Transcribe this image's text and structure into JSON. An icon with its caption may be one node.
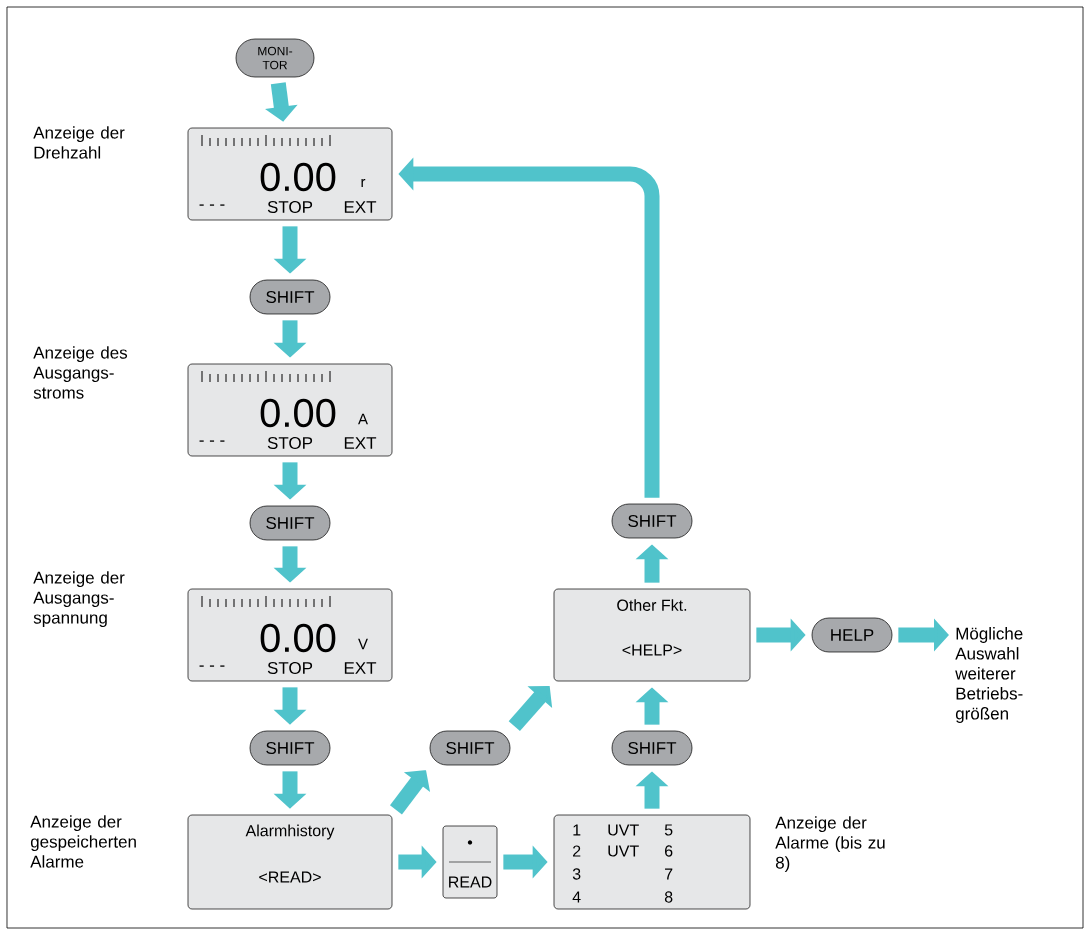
{
  "diagram": {
    "nodes": [
      {
        "text": [
          "MONI- TOR"
        ]
      },
      {
        "text": [
          "0.00",
          "r",
          "- - -",
          "STOP",
          "EXT"
        ],
        "beside": [
          "Anzeige der Drehzahl"
        ]
      },
      {
        "text": [
          "SHIFT"
        ]
      },
      {
        "text": [
          "0.00",
          "A",
          "- - -",
          "STOP",
          "EXT"
        ],
        "beside": [
          "Anzeige des Ausgangs- stroms"
        ]
      },
      {
        "text": [
          "SHIFT"
        ]
      },
      {
        "text": [
          "0.00",
          "V",
          "- - -",
          "STOP",
          "EXT"
        ],
        "beside": [
          "Anzeige der Ausgangs- spannung"
        ]
      },
      {
        "text": [
          "SHIFT"
        ]
      },
      {
        "text": [
          "Alarmhistory",
          "<READ>"
        ],
        "beside": [
          "Anzeige der gespeicherten Alarme"
        ]
      },
      {
        "text": [
          "•",
          "READ"
        ]
      },
      {
        "text": [
          "1",
          "UVT",
          "5",
          "2",
          "UVT",
          "6",
          "3",
          "7",
          "4",
          "8"
        ],
        "beside": [
          "Anzeige der Alarme (bis zu 8)"
        ]
      },
      {
        "text": [
          "SHIFT"
        ]
      },
      {
        "text": [
          "SHIFT"
        ]
      },
      {
        "text": [
          "Other Fkt.",
          "<HELP>"
        ]
      },
      {
        "text": [
          "SHIFT"
        ]
      },
      {
        "text": [
          "HELP"
        ]
      },
      {
        "text": [
          "Mögliche Auswahl weiterer Betriebs- größen"
        ]
      }
    ],
    "edges": [
      {
        "from": 0,
        "to": 1,
        "arrow": "to"
      },
      {
        "from": 1,
        "to": 2,
        "arrow": "to"
      },
      {
        "from": 2,
        "to": 3,
        "arrow": "to"
      },
      {
        "from": 3,
        "to": 4,
        "arrow": "to"
      },
      {
        "from": 4,
        "to": 5,
        "arrow": "to"
      },
      {
        "from": 5,
        "to": 6,
        "arrow": "to"
      },
      {
        "from": 6,
        "to": 7,
        "arrow": "to"
      },
      {
        "from": 7,
        "to": 8,
        "arrow": "to"
      },
      {
        "from": 8,
        "to": 9,
        "arrow": "to"
      },
      {
        "from": 7,
        "to": 10,
        "arrow": "to"
      },
      {
        "from": 10,
        "to": 12,
        "arrow": "to"
      },
      {
        "from": 9,
        "to": 11,
        "arrow": "to"
      },
      {
        "from": 11,
        "to": 12,
        "arrow": "to"
      },
      {
        "from": 12,
        "to": 13,
        "arrow": "to"
      },
      {
        "from": 13,
        "to": 1,
        "arrow": "to"
      },
      {
        "from": 12,
        "to": 14,
        "arrow": "to"
      },
      {
        "from": 14,
        "to": 15,
        "arrow": "to"
      }
    ]
  }
}
